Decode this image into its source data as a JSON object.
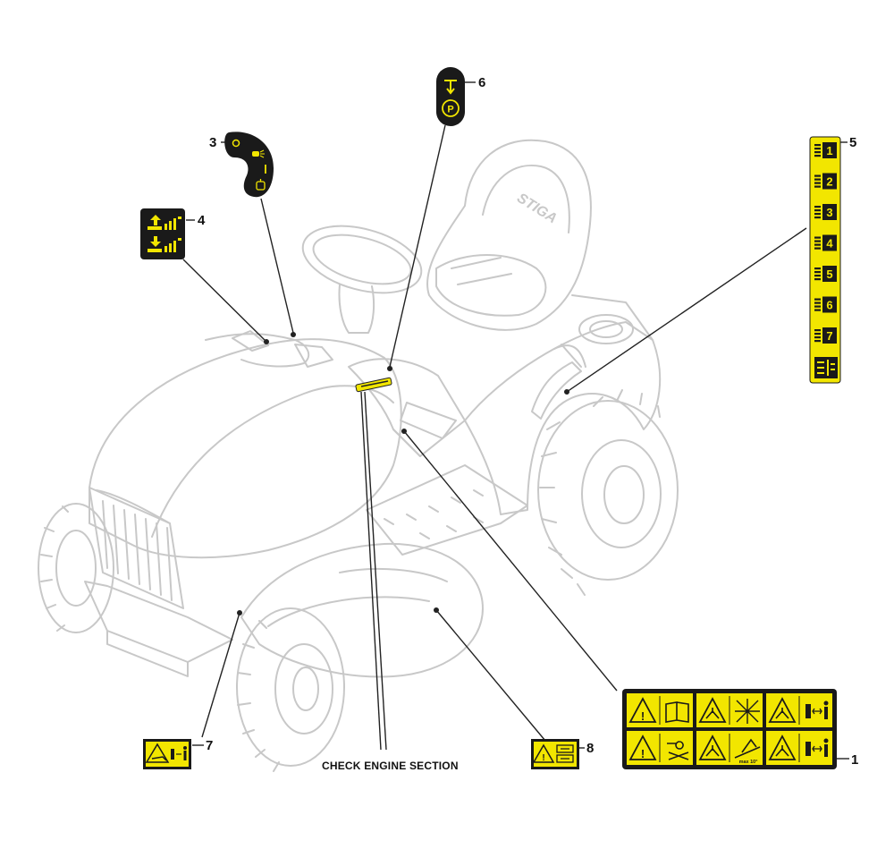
{
  "callouts": {
    "c1": "1",
    "c3": "3",
    "c4": "4",
    "c5": "5",
    "c6": "6",
    "c7": "7",
    "c8": "8"
  },
  "caption": "CHECK ENGINE SECTION",
  "brand_mark": "STIGA",
  "decal_texts": {
    "gear_numbers": [
      "1",
      "2",
      "3",
      "4",
      "5",
      "6",
      "7"
    ],
    "slope_limit": "max 10°"
  },
  "colors": {
    "decal_yellow": "#f2e600",
    "decal_black": "#1a1a1a",
    "mower_outline": "#c8c8c8",
    "leader_line": "#222222"
  }
}
